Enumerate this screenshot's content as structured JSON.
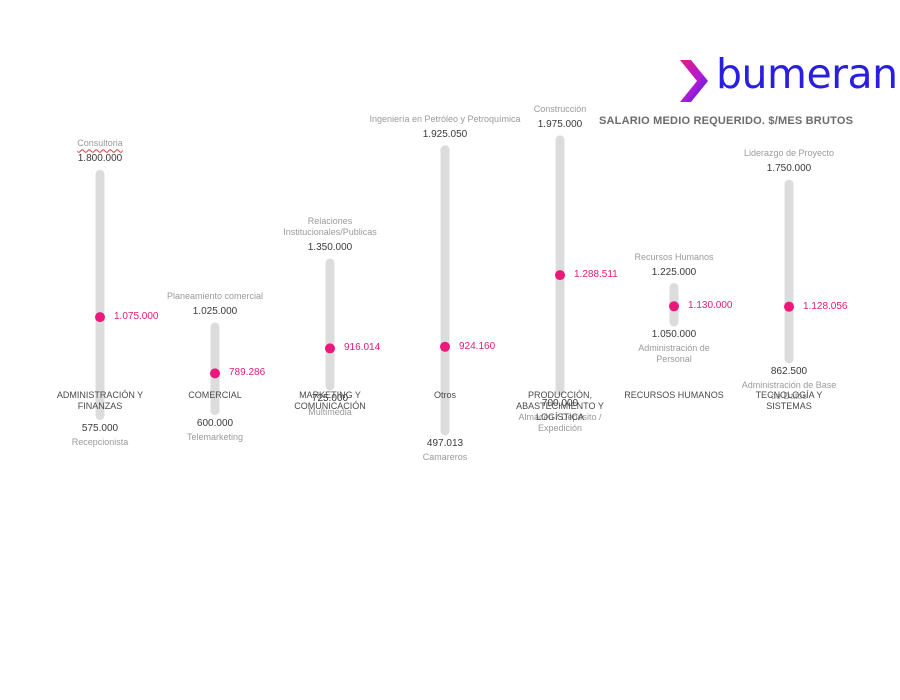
{
  "brand": {
    "name": "bumeran",
    "colors": {
      "logo_text": "#2a1fe0",
      "accent": "#e8197a",
      "bar": "#dcdcdc"
    }
  },
  "subtitle": "SALARIO MEDIO REQUERIDO. $/MES BRUTOS",
  "chart_data": {
    "type": "range",
    "categories": [
      "ADMINISTRACIÓN Y FINANZAS",
      "COMERCIAL",
      "MARKETING Y COMUNICACIÓN",
      "Otros",
      "PRODUCCIÓN, ABASTECIMIENTO Y LOGÍSTICA",
      "RECURSOS HUMANOS",
      "TECNOLOGÍA Y SISTEMAS"
    ],
    "series": [
      {
        "max": 1800000,
        "max_label": "1.800.000",
        "max_role": "Consultoria",
        "avg": 1075000,
        "avg_label": "1.075.000",
        "min": 575000,
        "min_label": "575.000",
        "min_role": "Recepcionista"
      },
      {
        "max": 1025000,
        "max_label": "1.025.000",
        "max_role": "Planeamiento comercial",
        "avg": 789286,
        "avg_label": "789.286",
        "min": 600000,
        "min_label": "600.000",
        "min_role": "Telemarketing"
      },
      {
        "max": 1350000,
        "max_label": "1.350.000",
        "max_role": "Relaciones Institucionales/Publicas",
        "avg": 916014,
        "avg_label": "916.014",
        "min": 725000,
        "min_label": "725.000",
        "min_role": "Multimedia"
      },
      {
        "max": 1925050,
        "max_label": "1.925.050",
        "max_role": "Ingeniería en Petróleo y Petroquímica",
        "avg": 924160,
        "avg_label": "924.160",
        "min": 497013,
        "min_label": "497.013",
        "min_role": "Camareros"
      },
      {
        "max": 1975000,
        "max_label": "1.975.000",
        "max_role": "Construcción",
        "avg": 1288511,
        "avg_label": "1.288.511",
        "min": 700000,
        "min_label": "700.000",
        "min_role": "Almacén / Depósito / Expedición"
      },
      {
        "max": 1225000,
        "max_label": "1.225.000",
        "max_role": "Recursos Humanos",
        "avg": 1130000,
        "avg_label": "1.130.000",
        "min": 1050000,
        "min_label": "1.050.000",
        "min_role": "Administración de Personal"
      },
      {
        "max": 1750000,
        "max_label": "1.750.000",
        "max_role": "Liderazgo de Proyecto",
        "avg": 1128056,
        "avg_label": "1.128.056",
        "min": 862500,
        "min_label": "862.500",
        "min_role": "Administración de Base de Datos"
      }
    ],
    "ylim": [
      400000,
      2000000
    ]
  }
}
